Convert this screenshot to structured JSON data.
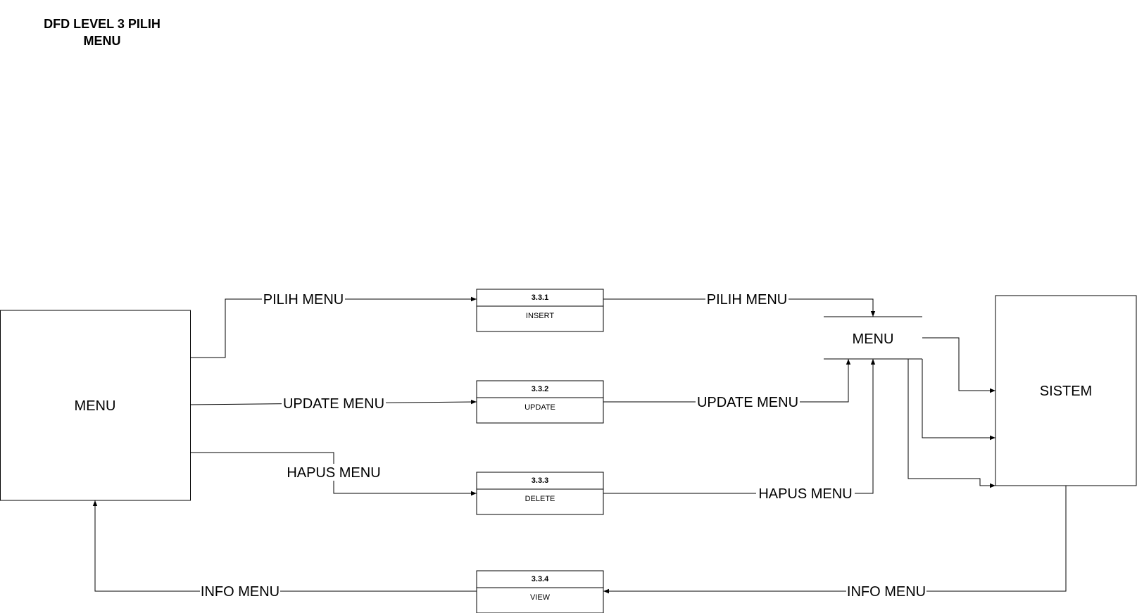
{
  "title": "DFD LEVEL 3 PILIH MENU",
  "entities": {
    "menu": "MENU",
    "sistem": "SISTEM"
  },
  "datastore": {
    "name": "MENU"
  },
  "processes": [
    {
      "id": "3.3.1",
      "name": "INSERT"
    },
    {
      "id": "3.3.2",
      "name": "UPDATE"
    },
    {
      "id": "3.3.3",
      "name": "DELETE"
    },
    {
      "id": "3.3.4",
      "name": "VIEW"
    }
  ],
  "flows": {
    "pilih_in": "PILIH MENU",
    "update_in": "UPDATE MENU",
    "hapus_in": "HAPUS MENU",
    "pilih_out": "PILIH MENU",
    "update_out": "UPDATE MENU",
    "hapus_out": "HAPUS MENU",
    "info_from_sistem": "INFO MENU",
    "info_to_menu": "INFO MENU"
  }
}
